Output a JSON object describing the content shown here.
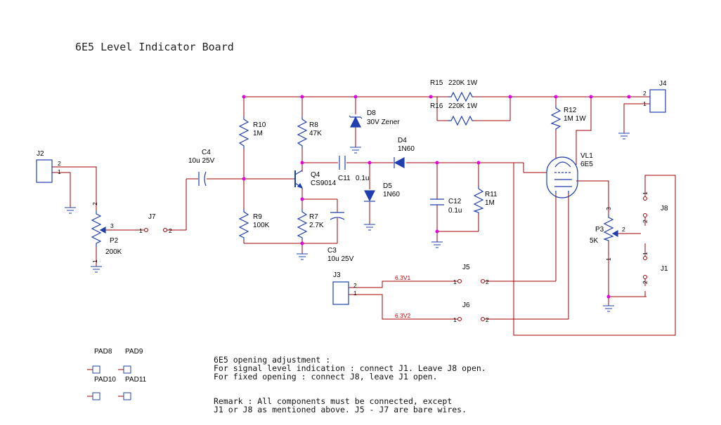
{
  "title": "6E5 Level Indicator Board",
  "colors": {
    "wire": "#a00000",
    "component": "#1f3fb0",
    "junction": "#e000e0",
    "net_label": "#c00000",
    "text": "#000000"
  },
  "connectors": {
    "J2": {
      "ref": "J2",
      "pins": [
        "2",
        "1"
      ]
    },
    "J3": {
      "ref": "J3",
      "pins": [
        "2",
        "1"
      ]
    },
    "J4": {
      "ref": "J4",
      "pins": [
        "2",
        "1"
      ]
    },
    "J1": {
      "ref": "J1",
      "pins": [
        "1",
        "2"
      ]
    },
    "J5": {
      "ref": "J5",
      "pins": [
        "1",
        "2"
      ]
    },
    "J6": {
      "ref": "J6",
      "pins": [
        "1",
        "2"
      ]
    },
    "J7": {
      "ref": "J7",
      "pins": [
        "1",
        "2"
      ]
    },
    "J8": {
      "ref": "J8",
      "pins": [
        "1",
        "2"
      ]
    }
  },
  "components": {
    "P2": {
      "ref": "P2",
      "value": "200K",
      "pins": [
        "2",
        "3",
        "1"
      ]
    },
    "P3": {
      "ref": "P3",
      "value": "5K",
      "pins": [
        "3",
        "2",
        "1"
      ]
    },
    "C4": {
      "ref": "C4",
      "value": "10u 25V"
    },
    "R10": {
      "ref": "R10",
      "value": "1M"
    },
    "R9": {
      "ref": "R9",
      "value": "100K"
    },
    "R8": {
      "ref": "R8",
      "value": "47K"
    },
    "R7": {
      "ref": "R7",
      "value": "2.7K"
    },
    "Q4": {
      "ref": "Q4",
      "value": "CS9014"
    },
    "C3": {
      "ref": "C3",
      "value": "10u 25V"
    },
    "D8": {
      "ref": "D8",
      "value": "30V Zener"
    },
    "C11": {
      "ref": "C11",
      "value": "0.1u"
    },
    "D4": {
      "ref": "D4",
      "value": "1N60"
    },
    "D5": {
      "ref": "D5",
      "value": "1N60"
    },
    "C12": {
      "ref": "C12",
      "value": "0.1u"
    },
    "R11": {
      "ref": "R11",
      "value": "1M"
    },
    "R15": {
      "ref": "R15",
      "value": "220K 1W"
    },
    "R16": {
      "ref": "R16",
      "value": "220K 1W"
    },
    "R12": {
      "ref": "R12",
      "value": "1M 1W"
    },
    "VL1": {
      "ref": "VL1",
      "value": "6E5"
    }
  },
  "nets": {
    "v1": "6.3V1",
    "v2": "6.3V2"
  },
  "pads": [
    "PAD8",
    "PAD9",
    "PAD10",
    "PAD11"
  ],
  "notes": {
    "adj_title": "6E5 opening adjustment :",
    "adj_line1": "For signal level indication : connect J1. Leave J8 open.",
    "adj_line2": "For fixed opening : connect J8, leave J1 open.",
    "remark_line1": "Remark : All components must be connected, except",
    "remark_line2": "J1 or J8 as mentioned above. J5 - J7 are bare wires."
  }
}
